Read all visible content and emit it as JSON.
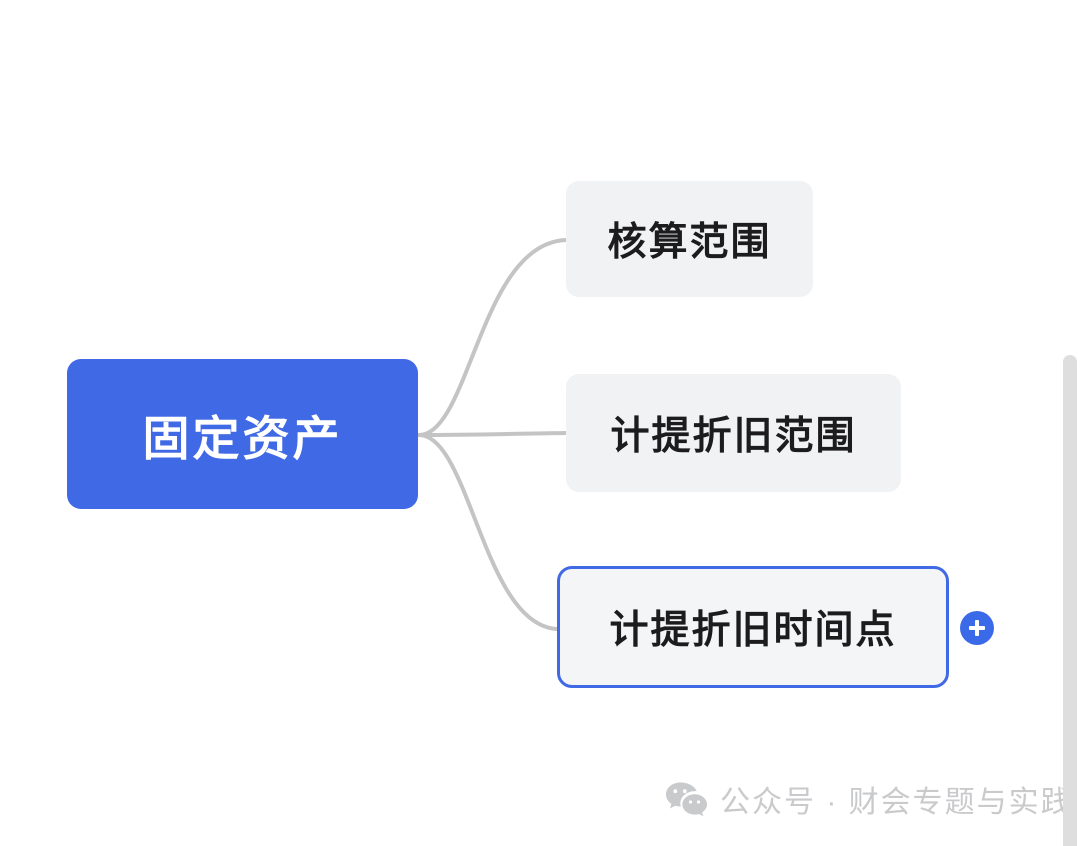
{
  "mindmap": {
    "root": {
      "label": "固定资产",
      "color": "#4069e5",
      "text_color": "#ffffff"
    },
    "children": [
      {
        "label": "核算范围",
        "selected": false,
        "color": "#f1f2f4"
      },
      {
        "label": "计提折旧范围",
        "selected": false,
        "color": "#f1f2f4"
      },
      {
        "label": "计提折旧时间点",
        "selected": true,
        "color": "#f4f5f7",
        "border_color": "#4069e5"
      }
    ],
    "connector_color": "#c4c4c4"
  },
  "add_button": {
    "label": "+",
    "icon": "plus-icon",
    "color": "#3b6ae8"
  },
  "watermark": {
    "icon": "wechat-icon",
    "text": "公众号 · 财会专题与实践",
    "color": "#c9cacc"
  },
  "scrollbar": {
    "thumb_color": "#dedede"
  }
}
